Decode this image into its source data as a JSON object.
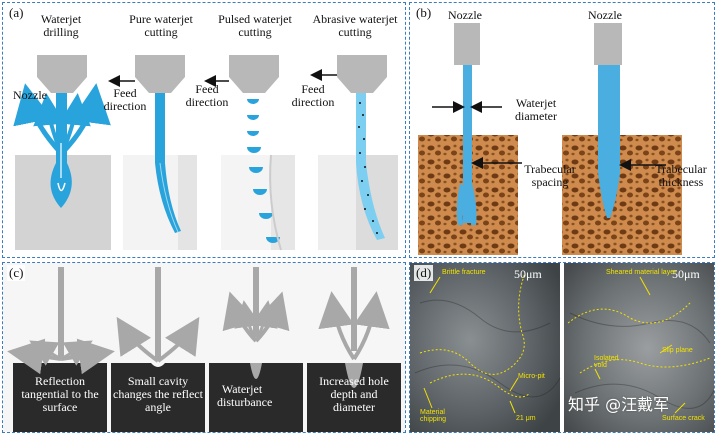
{
  "panel_a": {
    "label": "(a)",
    "titles": [
      "Waterjet drilling",
      "Pure waterjet cutting",
      "Pulsed waterjet cutting",
      "Abrasive waterjet cutting"
    ],
    "nozzle": "Nozzle",
    "feed": "Feed direction"
  },
  "panel_b": {
    "label": "(b)",
    "nozzle": "Nozzle",
    "diameter": "Waterjet diameter",
    "spacing": "Trabecular spacing",
    "thickness": "Trabecular thickness"
  },
  "panel_c": {
    "label": "(c)",
    "captions": [
      "Reflection tangential to the surface",
      "Small cavity changes the reflect angle",
      "Waterjet disturbance",
      "Increased hole depth and diameter"
    ]
  },
  "panel_d": {
    "label": "(d)",
    "scale": "50μm",
    "left": {
      "brittle": "Brittle fracture",
      "micropit": "Micro-pit",
      "size": "21 μm",
      "chipping": "Material chipping"
    },
    "right": {
      "sheared": "Sheared material layer",
      "slip": "Slip plane",
      "void": "Isolated void",
      "crack": "Surface crack"
    }
  },
  "watermark": "知乎 @汪戴军",
  "colors": {
    "border": "#3a7cc0",
    "jet": "#29a3dc",
    "nozzle": "#b8b8b8",
    "bone": "#cf8b4e",
    "sem_yellow": "#f2e200"
  }
}
